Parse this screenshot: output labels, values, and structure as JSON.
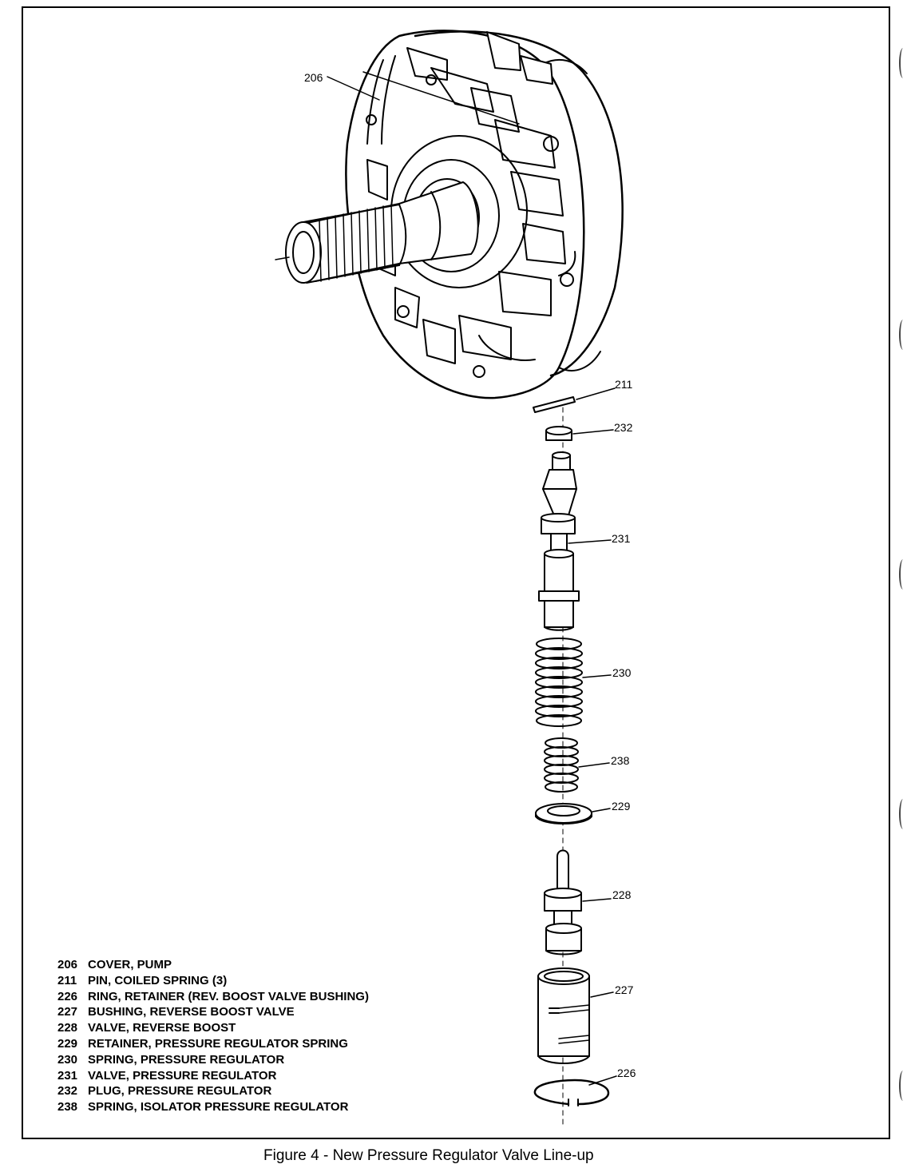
{
  "callouts": [
    {
      "id": "206",
      "label": "206"
    },
    {
      "id": "211",
      "label": "211"
    },
    {
      "id": "232",
      "label": "232"
    },
    {
      "id": "231",
      "label": "231"
    },
    {
      "id": "230",
      "label": "230"
    },
    {
      "id": "238",
      "label": "238"
    },
    {
      "id": "229",
      "label": "229"
    },
    {
      "id": "228",
      "label": "228"
    },
    {
      "id": "227",
      "label": "227"
    },
    {
      "id": "226",
      "label": "226"
    }
  ],
  "legend": [
    {
      "num": "206",
      "text": "COVER, PUMP"
    },
    {
      "num": "211",
      "text": "PIN, COILED SPRING (3)"
    },
    {
      "num": "226",
      "text": "RING, RETAINER (REV. BOOST VALVE BUSHING)"
    },
    {
      "num": "227",
      "text": "BUSHING, REVERSE BOOST VALVE"
    },
    {
      "num": "228",
      "text": "VALVE, REVERSE BOOST"
    },
    {
      "num": "229",
      "text": "RETAINER, PRESSURE REGULATOR SPRING"
    },
    {
      "num": "230",
      "text": "SPRING, PRESSURE REGULATOR"
    },
    {
      "num": "231",
      "text": "VALVE, PRESSURE REGULATOR"
    },
    {
      "num": "232",
      "text": "PLUG, PRESSURE REGULATOR"
    },
    {
      "num": "238",
      "text": "SPRING, ISOLATOR PRESSURE REGULATOR"
    }
  ],
  "caption": "Figure 4  - New Pressure Regulator Valve Line-up"
}
